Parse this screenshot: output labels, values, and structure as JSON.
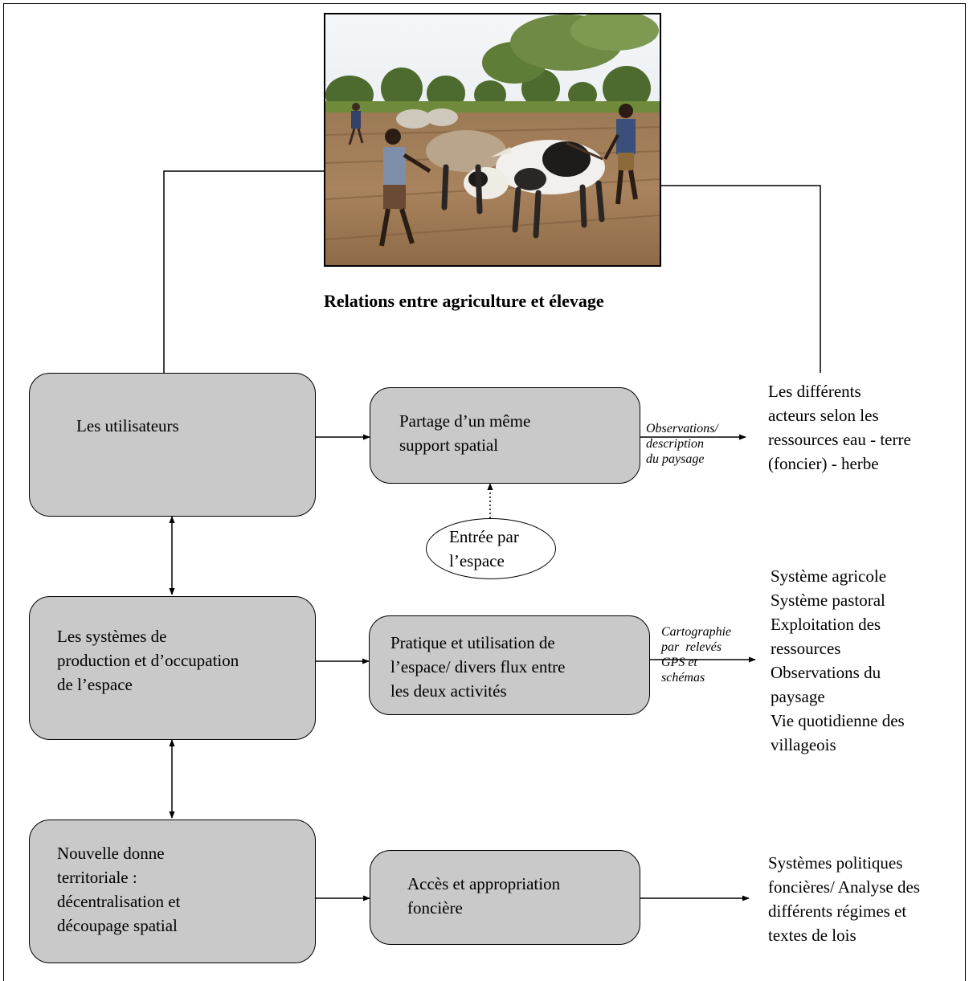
{
  "title": "Relations entre agriculture et élevage",
  "photo": {
    "description_icon": "photo-farmers-plowing-with-oxen"
  },
  "boxes": {
    "utilisateurs": "Les utilisateurs",
    "systemes": "Les systèmes de\nproduction et d’occupation\nde l’espace",
    "nouvelle_donne": "Nouvelle donne\nterritoriale :\ndécentralisation et\ndécoupage spatial",
    "partage": "Partage d’un même\nsupport spatial",
    "pratique": "Pratique et utilisation de\nl’espace/ divers flux entre\nles deux activités",
    "acces": "Accès et appropriation\nfoncière"
  },
  "ellipse": "Entrée par\nl’espace",
  "arrow_labels": {
    "observations": "Observations/\ndescription\ndu paysage",
    "cartographie": "Cartographie\npar  relevés\nGPS et\nschémas"
  },
  "outputs": {
    "acteurs": "Les différents\nacteurs selon les\nressources eau - terre\n(foncier) - herbe",
    "systemes_list": "Système agricole\nSystème pastoral\nExploitation des\nressources\nObservations du\npaysage\nVie quotidienne des\nvillageois",
    "politiques": "Systèmes politiques\nfoncières/ Analyse des\ndifférents régimes et\ntextes de lois"
  },
  "colors": {
    "box_fill": "#c9c9c9",
    "line": "#000000",
    "background": "#ffffff"
  }
}
